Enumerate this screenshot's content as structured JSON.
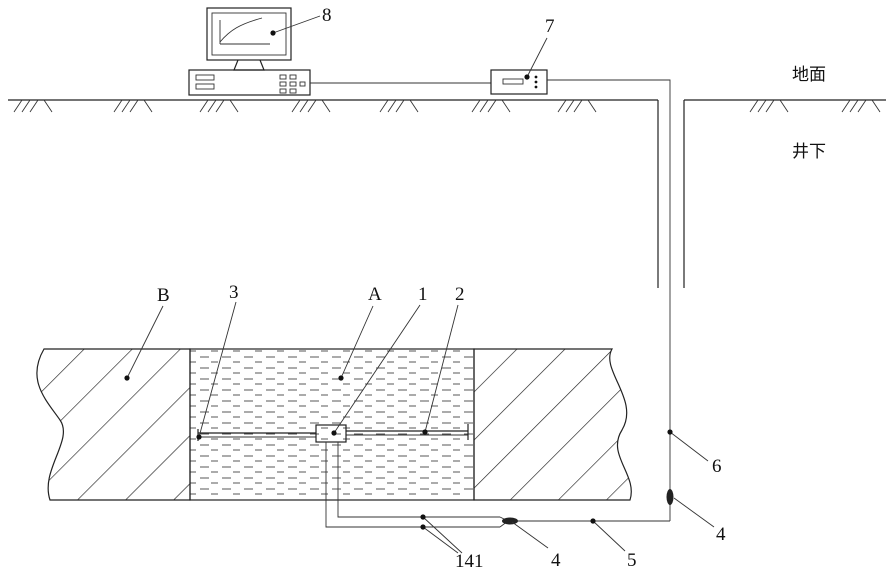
{
  "labels": {
    "surface": "地面",
    "underground": "井下",
    "region_a": "A",
    "region_b": "B",
    "part_1": "1",
    "part_2": "2",
    "part_3": "3",
    "part_4_bottom": "4",
    "part_4_right": "4",
    "part_5": "5",
    "part_6": "6",
    "part_7": "7",
    "part_8": "8",
    "part_141": "141"
  }
}
